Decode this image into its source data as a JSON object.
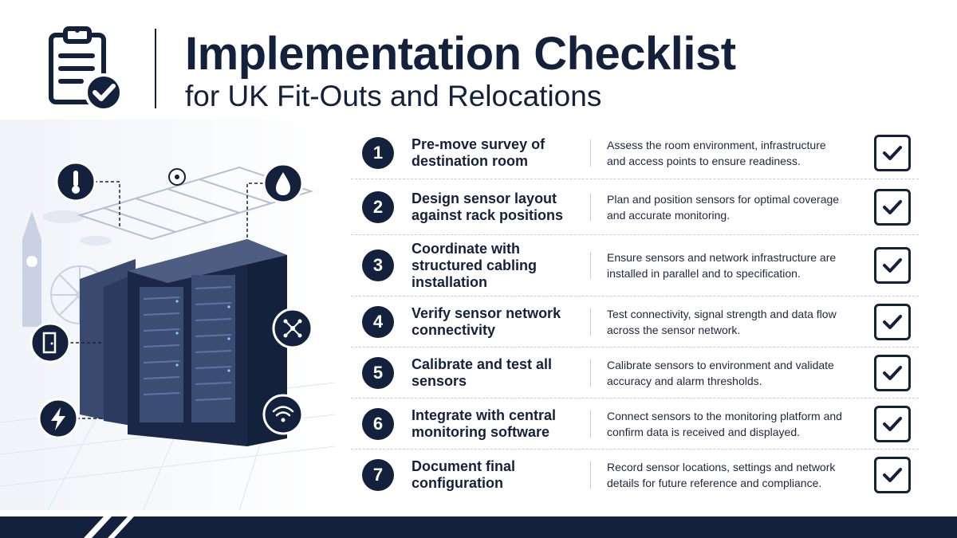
{
  "header": {
    "title": "Implementation Checklist",
    "subtitle": "for UK Fit-Outs and Relocations",
    "icon": "clipboard-check-icon"
  },
  "colors": {
    "navy": "#14213d",
    "light_blue": "#dfe5f0",
    "divider": "#c8ccd6"
  },
  "illustration": {
    "icons": [
      "thermometer-icon",
      "water-drop-icon",
      "door-icon",
      "network-icon",
      "power-icon",
      "wifi-icon"
    ]
  },
  "steps": [
    {
      "number": "1",
      "title": "Pre-move survey of destination room",
      "description": "Assess the room environment, infrastructure and access points to ensure readiness."
    },
    {
      "number": "2",
      "title": "Design sensor layout against rack positions",
      "description": "Plan and position sensors for optimal coverage and accurate monitoring."
    },
    {
      "number": "3",
      "title": "Coordinate with structured cabling installation",
      "description": "Ensure sensors and network infrastructure are installed in parallel and to specification."
    },
    {
      "number": "4",
      "title": "Verify sensor network connectivity",
      "description": "Test connectivity, signal strength and data flow across the sensor network."
    },
    {
      "number": "5",
      "title": "Calibrate and test all sensors",
      "description": "Calibrate sensors to environment and validate accuracy and alarm thresholds."
    },
    {
      "number": "6",
      "title": "Integrate with central monitoring software",
      "description": "Connect sensors to the monitoring platform and confirm data is received and displayed."
    },
    {
      "number": "7",
      "title": "Document final configuration",
      "description": "Record sensor locations, settings and network details for future reference and compliance."
    }
  ]
}
